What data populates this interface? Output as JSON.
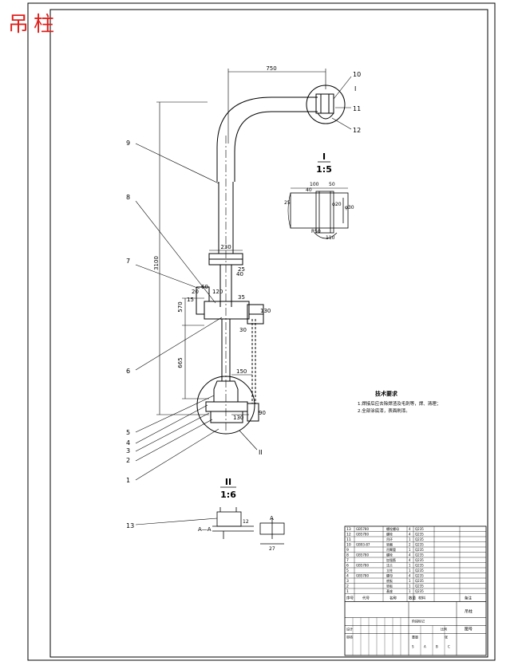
{
  "header": {
    "title": "吊柱",
    "title_color": "#e0201c"
  },
  "drawing": {
    "line_color": "#000000",
    "dimensions": {
      "top_width": "750",
      "total_height": "3100",
      "flange_width": "230",
      "d_25": "25",
      "d_40": "40",
      "d_60": "60",
      "d_20": "20",
      "d_15": "15",
      "d_570": "570",
      "d_120": "120",
      "d_665": "665",
      "d_35": "35",
      "d_130": "130",
      "d_150": "150",
      "d_30": "30",
      "d_130b": "130",
      "d_90": "90"
    },
    "leaders": [
      {
        "num": "10"
      },
      {
        "num": "11"
      },
      {
        "num": "12"
      },
      {
        "num": "9"
      },
      {
        "num": "8"
      },
      {
        "num": "7"
      },
      {
        "num": "6"
      },
      {
        "num": "5"
      },
      {
        "num": "4"
      },
      {
        "num": "3"
      },
      {
        "num": "2"
      },
      {
        "num": "1"
      },
      {
        "num": "13"
      }
    ],
    "view_markers": {
      "top": "I",
      "bottom": "II"
    },
    "detail_I": {
      "label": "I",
      "scale": "1:5",
      "dims": [
        "100",
        "50",
        "40",
        "φ30",
        "φ20",
        "25",
        "110",
        "R50"
      ]
    },
    "detail_II": {
      "label": "II",
      "scale": "1:6",
      "section": "A—A",
      "section_letter": "A",
      "dims": [
        "12",
        "27"
      ]
    },
    "tech": {
      "title": "技术要求",
      "lines": [
        "1.焊接后应去除焊渣及毛刺等，焊、清理；",
        "2.全部涂底漆，表面刷漆。"
      ]
    }
  },
  "title_block": {
    "seq_header": "序号",
    "code_header": "代号",
    "name_header": "名称",
    "qty_header": "数量",
    "material_header": "材料",
    "note_header": "备注",
    "rows": [
      {
        "n": "13",
        "code": "GB5780",
        "name": "螺栓螺母",
        "qty": "4",
        "mat": "Q235"
      },
      {
        "n": "12",
        "code": "GB5780",
        "name": "螺栓",
        "qty": "4",
        "mat": "Q235"
      },
      {
        "n": "11",
        "code": "",
        "name": "吊环",
        "qty": "1",
        "mat": "Q235"
      },
      {
        "n": "10",
        "code": "GB93-87",
        "name": "垫圈",
        "qty": "2",
        "mat": "Q235"
      },
      {
        "n": "9",
        "code": "",
        "name": "吊臂管",
        "qty": "1",
        "mat": "Q235"
      },
      {
        "n": "8",
        "code": "GB5780",
        "name": "螺栓",
        "qty": "4",
        "mat": "Q235"
      },
      {
        "n": "7",
        "code": "",
        "name": "加强筋",
        "qty": "4",
        "mat": "Q235"
      },
      {
        "n": "6",
        "code": "GB5780",
        "name": "法兰",
        "qty": "1",
        "mat": "Q235"
      },
      {
        "n": "5",
        "code": "",
        "name": "立柱",
        "qty": "1",
        "mat": "Q235"
      },
      {
        "n": "4",
        "code": "GB5780",
        "name": "螺母",
        "qty": "4",
        "mat": "Q235"
      },
      {
        "n": "3",
        "code": "",
        "name": "底板",
        "qty": "1",
        "mat": "Q235"
      },
      {
        "n": "2",
        "code": "",
        "name": "垫板",
        "qty": "1",
        "mat": "Q235"
      },
      {
        "n": "1",
        "code": "",
        "name": "基座",
        "qty": "1",
        "mat": "Q235"
      }
    ],
    "labels": {
      "design": "设计",
      "check": "审核",
      "scale_label": "比例",
      "sheet_label": "张",
      "stage_label": "阶段标记",
      "weight": "重量",
      "title_cell": "吊柱",
      "company": "图号",
      "marks": [
        "S",
        "A",
        "B",
        "C"
      ]
    }
  }
}
